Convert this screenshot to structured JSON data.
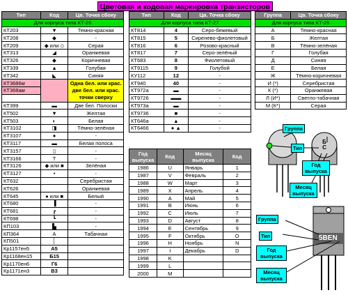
{
  "title": "Цветовая и кодовая маркировка транзисторов",
  "t1": {
    "headers": [
      "Тип",
      "Код",
      "Цв. Точка сбоку"
    ],
    "subheader": "Для корпуса типа КТ-26",
    "rows": [
      {
        "type": "КТ203",
        "code": "▼",
        "dot": "Темно-красная"
      },
      {
        "type": "КТ208",
        "code": "◆",
        "dot": "-"
      },
      {
        "type": "КТ209",
        "code": "◆ или ◇",
        "dot": "Серая"
      },
      {
        "type": "КТ313",
        "code": "◢",
        "dot": "Оранжевая"
      },
      {
        "type": "КТ326",
        "code": "◆",
        "dot": "Коричневая"
      },
      {
        "type": "КТ339",
        "code": "▲",
        "dot": "Голубая"
      },
      {
        "type": "КТ342",
        "code": "◣",
        "dot": "Синяя"
      },
      {
        "type": "КТ3686м",
        "code": "",
        "dot": ""
      },
      {
        "type": "КТ368ам",
        "code": "",
        "dot": ""
      },
      {
        "type": "",
        "code": "",
        "dot": ""
      },
      {
        "type": "КТ399",
        "code": "▬",
        "dot": "Две бел. Полоски"
      },
      {
        "type": "КТ502",
        "code": "▼",
        "dot": "Желтая"
      },
      {
        "type": "КТ503",
        "code": "◐",
        "dot": "Белая"
      },
      {
        "type": "КТ3102",
        "code": "◨",
        "dot": "Тёмно-зелёная"
      },
      {
        "type": "КТ3107",
        "code": "●",
        "dot": "-"
      },
      {
        "type": "КТ3117",
        "code": "▬",
        "dot": "Белая полоса"
      },
      {
        "type": "КТ3157",
        "code": "▯",
        "dot": "-"
      },
      {
        "type": "КТ3166",
        "code": "T",
        "dot": "-"
      },
      {
        "type": "КТ3126",
        "code": "◆ или ■",
        "dot": "Зелёная"
      },
      {
        "type": "КТ3127",
        "code": "▪",
        "dot": "-"
      },
      {
        "type": "КТ632",
        "code": "",
        "dot": "Серебристая"
      },
      {
        "type": "КТ626",
        "code": "",
        "dot": "Оранжевая"
      },
      {
        "type": "КТ645",
        "code": "● или ■",
        "dot": "Белый"
      },
      {
        "type": "КТ680",
        "code": "▐",
        "dot": "-"
      },
      {
        "type": "КТ681",
        "code": "┏",
        "dot": "-"
      },
      {
        "type": "КТ698",
        "code": "┗",
        "dot": "-"
      },
      {
        "type": "КП103",
        "code": "▙",
        "dot": "-"
      },
      {
        "type": "КП364",
        "code": "A",
        "dot": "Табачная"
      },
      {
        "type": "КП501",
        "code": "│",
        "dot": ""
      },
      {
        "type": "Кр1157ен5",
        "code": "А5",
        "dot": ""
      },
      {
        "type": "Кр1168ен15",
        "code": "Б15",
        "dot": ""
      },
      {
        "type": "Кр1170ен6",
        "code": "Г6",
        "dot": ""
      },
      {
        "type": "Кр1171ен3",
        "code": "В3",
        "dot": ""
      }
    ],
    "merged_note": "Одна бел. или крас. две бел. или крас. точки сверху"
  },
  "t2": {
    "headers": [
      "Тип",
      "Код",
      "Цв. Точка сбоку"
    ],
    "subheader": "Для корпуса типа КТ-27",
    "rows": [
      {
        "type": "КТ814",
        "code": "4",
        "dot": "Серо-бежевый"
      },
      {
        "type": "КТ815",
        "code": "5",
        "dot": "Сиренево-фиолетовый"
      },
      {
        "type": "КТ816",
        "code": "6",
        "dot": "Розово-красный"
      },
      {
        "type": "КТ817",
        "code": "7",
        "dot": "Серо-зелёный"
      },
      {
        "type": "КТ683",
        "code": "8",
        "dot": "Фиолетовый"
      },
      {
        "type": "КТ9115",
        "code": "9",
        "dot": "Голубой"
      },
      {
        "type": "КУ112",
        "code": "12",
        "dot": "-"
      },
      {
        "type": "КТ940",
        "code": "40",
        "dot": "-"
      },
      {
        "type": "КТ972а",
        "code": "▬",
        "dot": "-"
      },
      {
        "type": "КТ9726",
        "code": "▬▬",
        "dot": "-"
      },
      {
        "type": "КТ973а",
        "code": "▬",
        "dot": "-"
      },
      {
        "type": "КТ9736",
        "code": "■",
        "dot": "-"
      },
      {
        "type": "КТ646а",
        "code": "▲",
        "dot": "-"
      },
      {
        "type": "КТ6466",
        "code": "● ▲",
        "dot": "-"
      }
    ]
  },
  "t3": {
    "headers": [
      "Группа",
      "Цв. Точка сбоку"
    ],
    "subheader": "Для корпуса типа КТ-26",
    "rows": [
      {
        "group": "А",
        "dot": "Темно-красная"
      },
      {
        "group": "Б",
        "dot": "Желтая"
      },
      {
        "group": "В",
        "dot": "Тёмно-зелёная"
      },
      {
        "group": "Г",
        "dot": "Голубая"
      },
      {
        "group": "Д",
        "dot": "Синяя"
      },
      {
        "group": "Е",
        "dot": "Белая"
      },
      {
        "group": "Ж",
        "dot": "Тёмно-коричневая"
      },
      {
        "group": "И (*)",
        "dot": "Серебристая"
      },
      {
        "group": "К (*)",
        "dot": "Оранжевая"
      },
      {
        "group": "Л (И*)",
        "dot": "Светло-табачная"
      },
      {
        "group": "М (К*)",
        "dot": "Серая"
      }
    ]
  },
  "t4": {
    "headers": [
      "Год выпуска",
      "Код",
      "Месяц выпуска",
      "Код"
    ],
    "rows": [
      {
        "year": "1986",
        "ycode": "U",
        "month": "Январь",
        "mcode": "1"
      },
      {
        "year": "1987",
        "ycode": "V",
        "month": "Февраль",
        "mcode": "2"
      },
      {
        "year": "1988",
        "ycode": "W",
        "month": "Март",
        "mcode": "3"
      },
      {
        "year": "1989",
        "ycode": "X",
        "month": "Апрель",
        "mcode": "4"
      },
      {
        "year": "1990",
        "ycode": "A",
        "month": "Май",
        "mcode": "5"
      },
      {
        "year": "1991",
        "ycode": "B",
        "month": "Июнь",
        "mcode": "6"
      },
      {
        "year": "1992",
        "ycode": "C",
        "month": "Июль",
        "mcode": "7"
      },
      {
        "year": "1993",
        "ycode": "D",
        "month": "Август",
        "mcode": "8"
      },
      {
        "year": "1994",
        "ycode": "E",
        "month": "Сентябрь",
        "mcode": "9"
      },
      {
        "year": "1995",
        "ycode": "F",
        "month": "Октябрь",
        "mcode": "O"
      },
      {
        "year": "1996",
        "ycode": "H",
        "month": "Ноябрь",
        "mcode": "N"
      },
      {
        "year": "1997",
        "ycode": "I",
        "month": "Декабрь",
        "mcode": "D"
      },
      {
        "year": "1998",
        "ycode": "K",
        "month": "",
        "mcode": ""
      },
      {
        "year": "1999",
        "ycode": "L",
        "month": "",
        "mcode": ""
      },
      {
        "year": "2000",
        "ycode": "M",
        "month": "",
        "mcode": ""
      }
    ]
  },
  "labels1": {
    "group": "Группа",
    "type": "Тип",
    "year": "Год выпуска",
    "month": "Месяц выпуска",
    "letters": "Б С"
  },
  "labels2": {
    "group": "Группа",
    "type": "Тип",
    "year": "Год выпуска",
    "month": "Месяц выпуска",
    "marking": "5BEN"
  }
}
